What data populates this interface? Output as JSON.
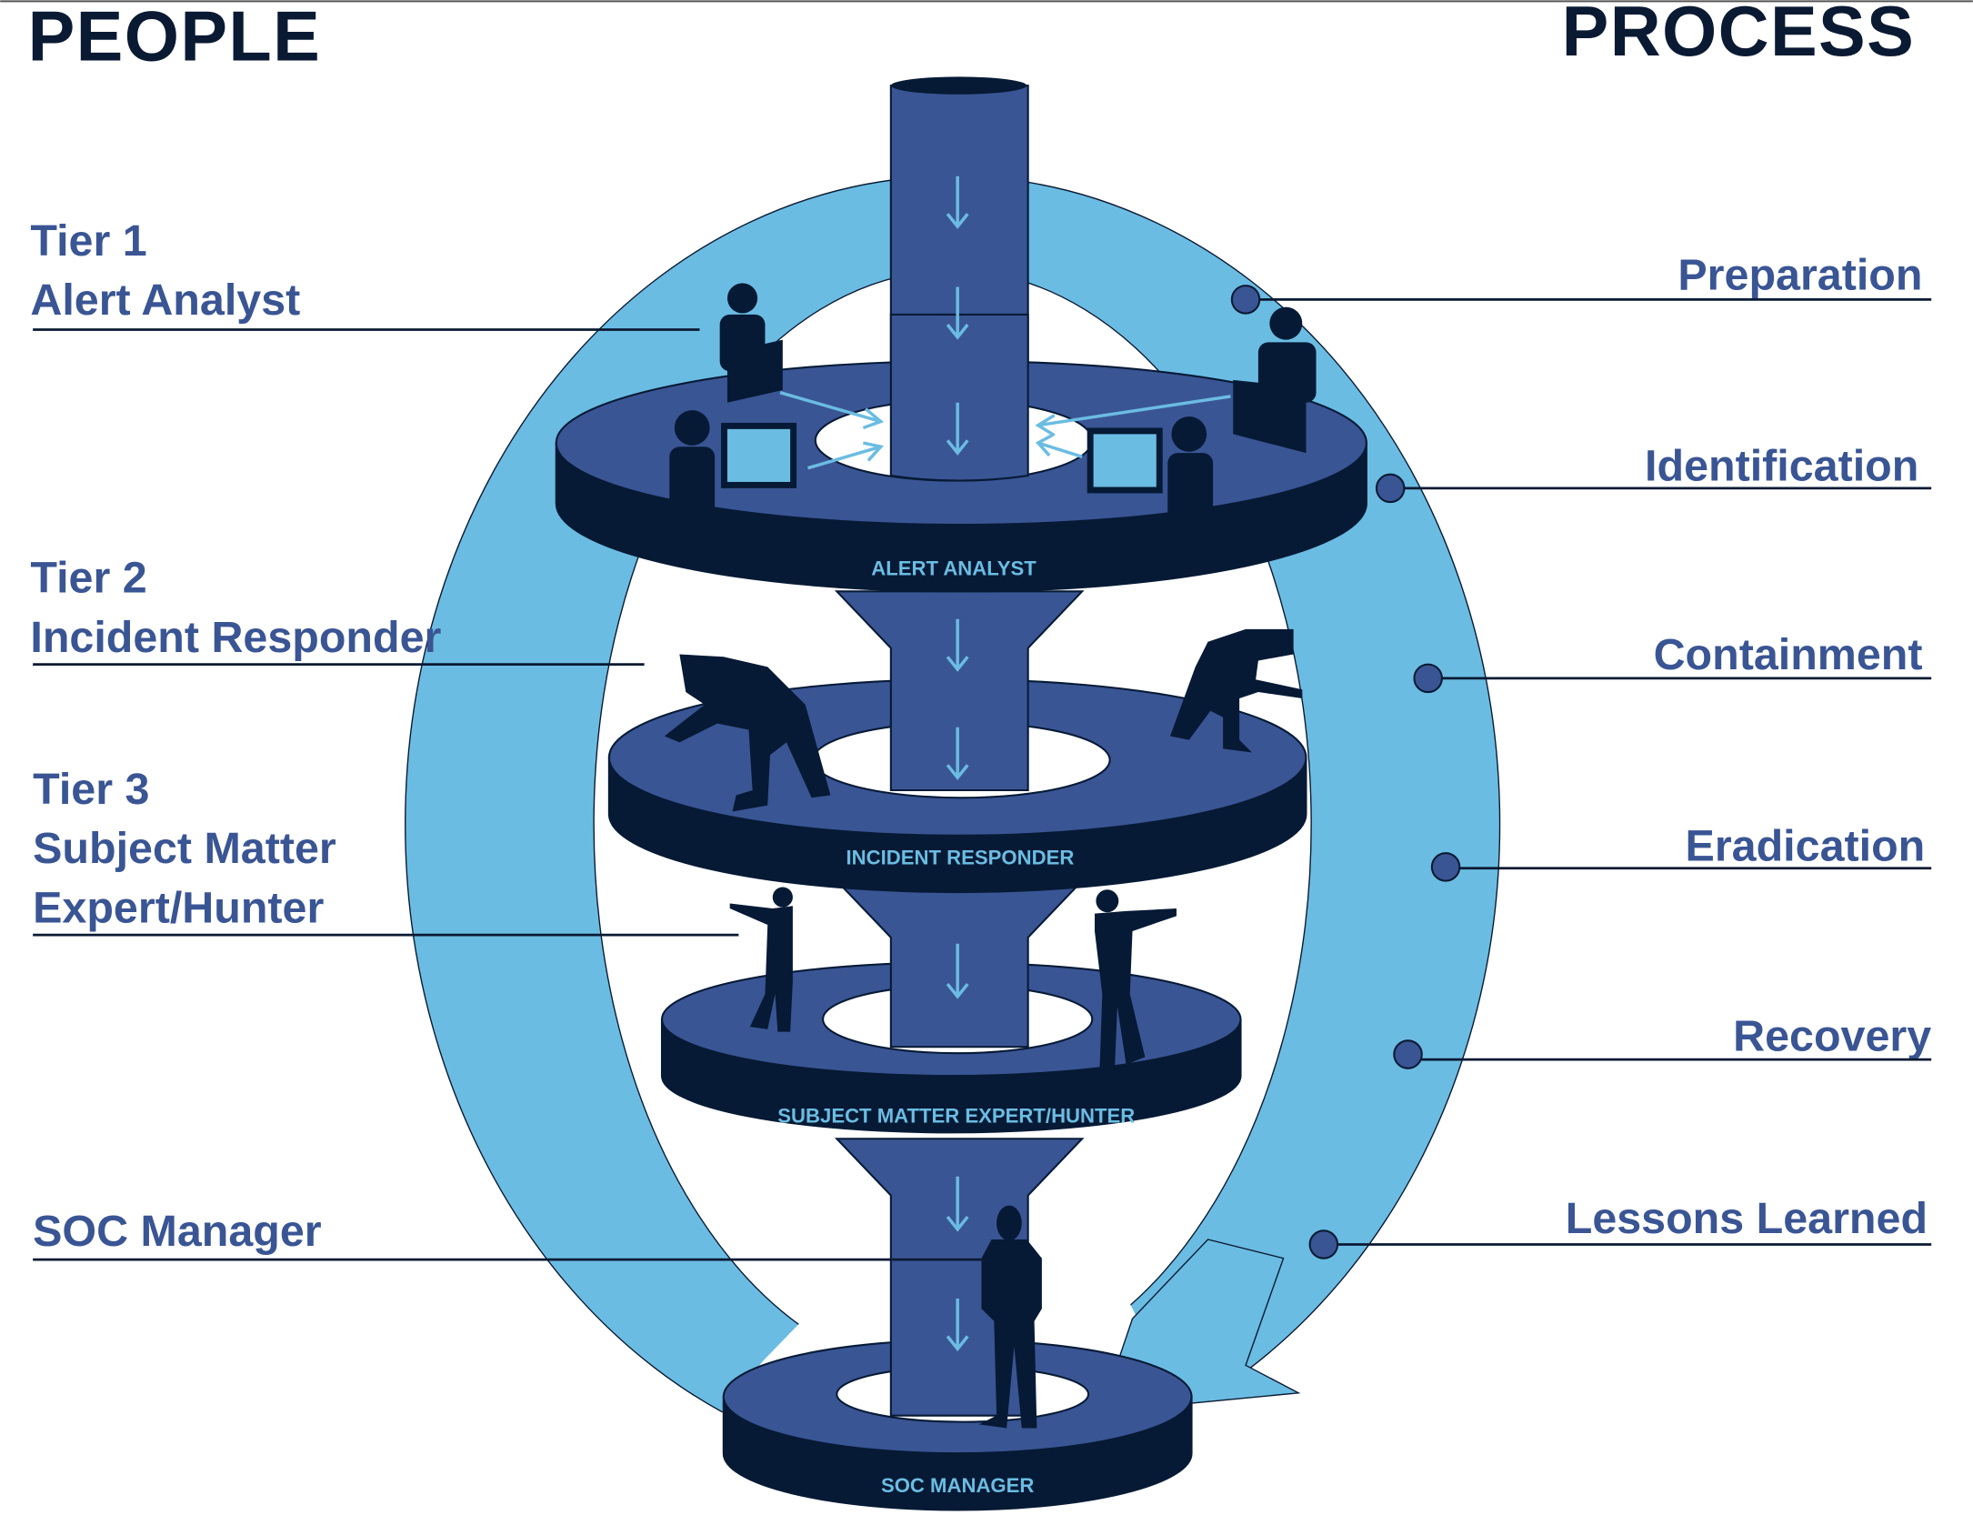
{
  "headers": {
    "people": "PEOPLE",
    "process": "PROCESS"
  },
  "people_labels": [
    {
      "lines": [
        "Tier 1",
        "Alert Analyst"
      ]
    },
    {
      "lines": [
        "Tier 2",
        "Incident Responder"
      ]
    },
    {
      "lines": [
        "Tier 3",
        "Subject Matter",
        "Expert/Hunter"
      ]
    },
    {
      "lines": [
        "SOC Manager"
      ]
    }
  ],
  "process_steps": [
    "Preparation",
    "Identification",
    "Containment",
    "Eradication",
    "Recovery",
    "Lessons Learned"
  ],
  "tiers": [
    "ALERT ANALYST",
    "INCIDENT RESPONDER",
    "SUBJECT MATTER EXPERT/HUNTER",
    "SOC MANAGER"
  ],
  "colors": {
    "navy": "#0a1a33",
    "disk_top": "#3a5594",
    "disk_side": "#061a35",
    "cycle": "#6bbce2"
  },
  "icons": [
    "analyst-at-monitor-icon",
    "responder-inspecting-icon",
    "hunter-binoculars-icon",
    "manager-standing-icon",
    "down-arrow-icon",
    "cycle-arrow-icon"
  ]
}
